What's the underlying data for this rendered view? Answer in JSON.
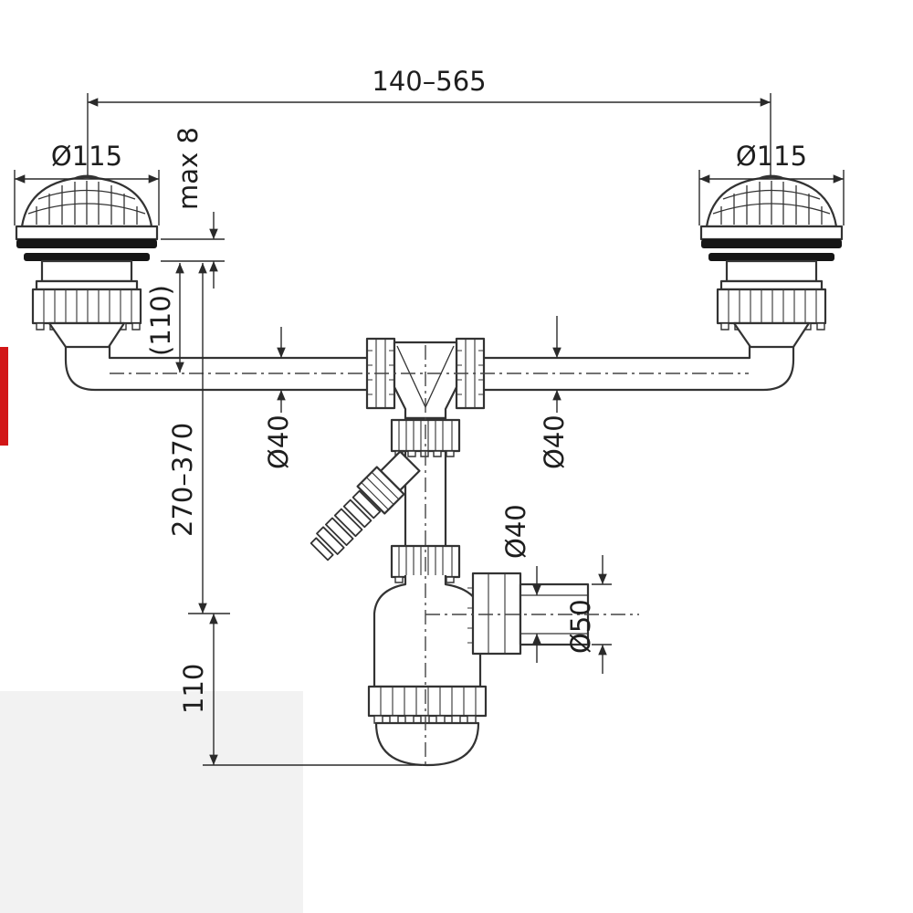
{
  "drawing": {
    "labels": {
      "span": "140–565",
      "dia115_left": "Ø115",
      "dia115_right": "Ø115",
      "max8": "max 8",
      "h110_paren": "(110)",
      "h270_370": "270–370",
      "dia40_pipe_left": "Ø40",
      "dia40_pipe_right": "Ø40",
      "dia40_outlet": "Ø40",
      "dia50_outlet": "Ø50",
      "h110_trap": "110"
    },
    "colors": {
      "line": "#333333",
      "fill": "#ffffff",
      "accent_red": "#d21617",
      "panel_gray": "#f2f2f2"
    }
  }
}
